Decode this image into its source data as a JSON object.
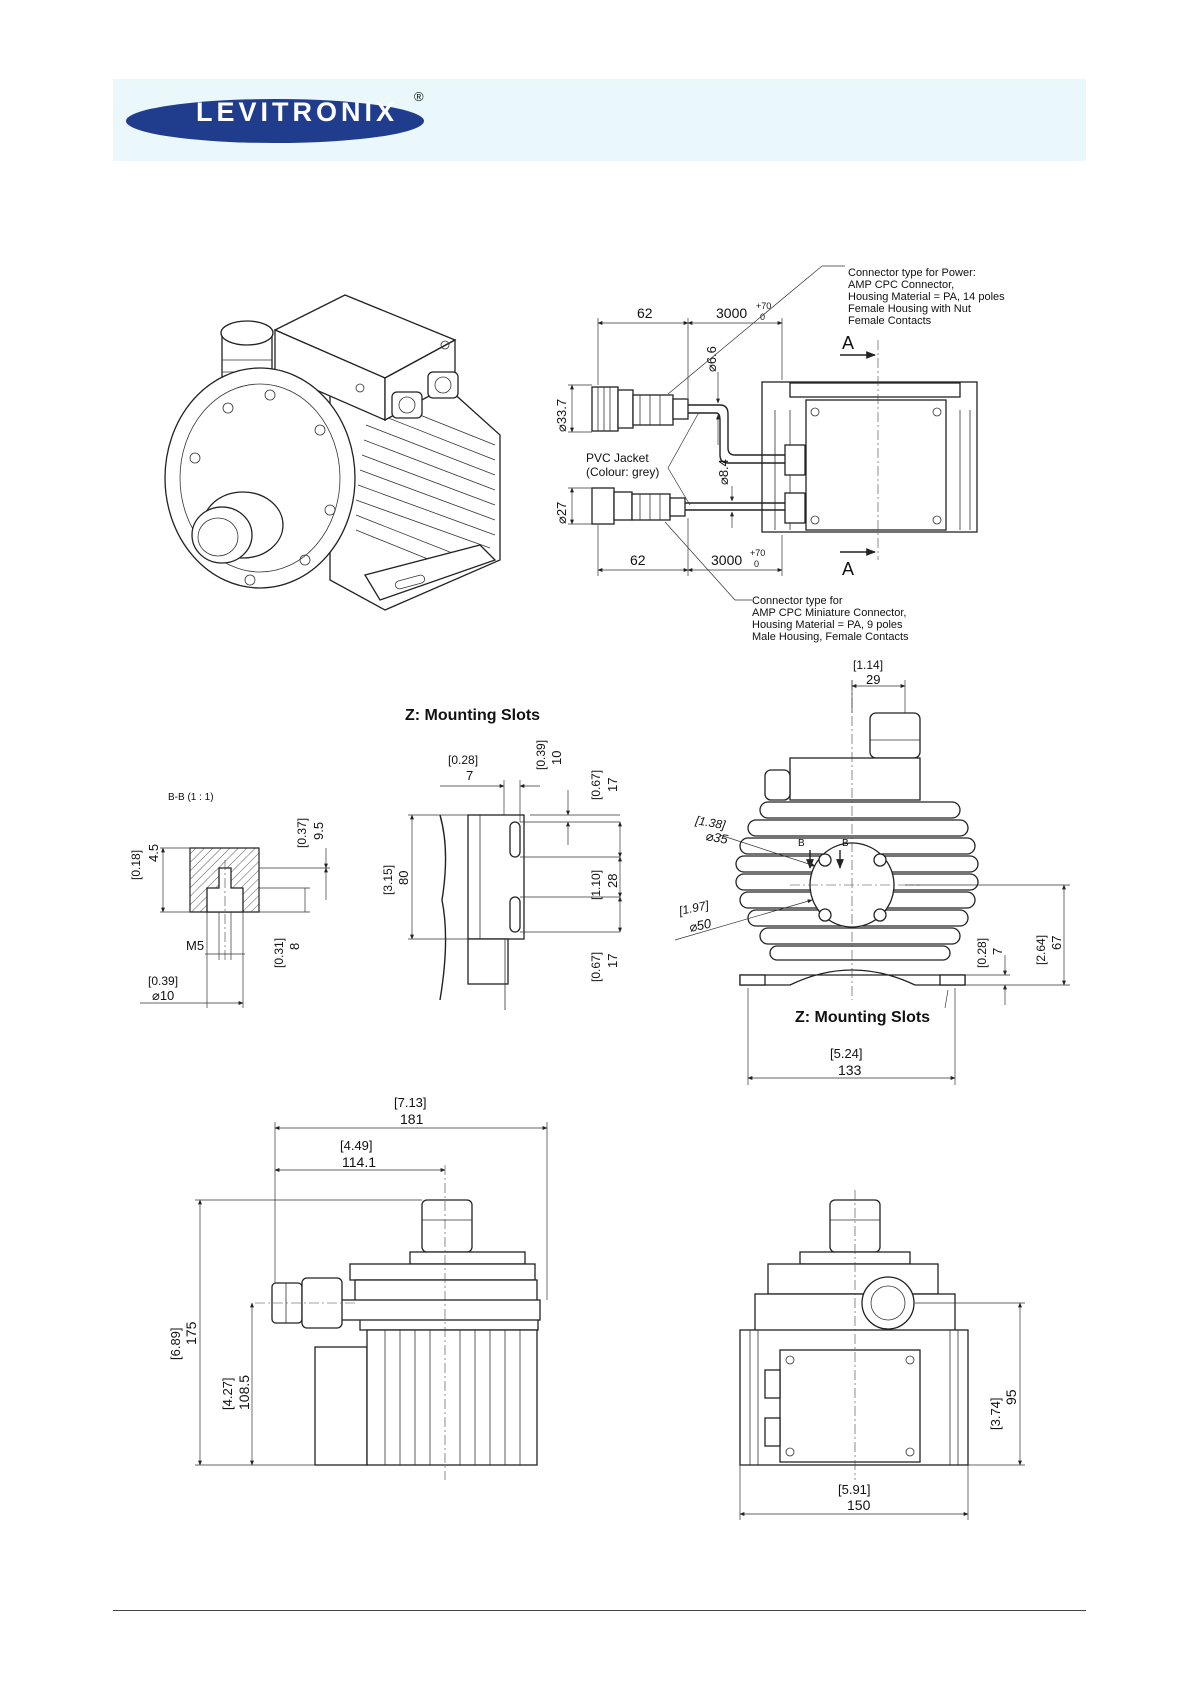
{
  "logo": {
    "text": "LEVITRONIX",
    "registered": "®",
    "color": "#1f3d8c"
  },
  "view_top_right": {
    "section_label": "A",
    "dim_62_top": "62",
    "dim_3000_top": "3000",
    "tol_top_plus": "+70",
    "tol_top_minus": "0",
    "dim_62_bottom": "62",
    "dim_3000_bottom": "3000",
    "tol_bottom_plus": "+70",
    "tol_bottom_minus": "0",
    "dia_33_7": "⌀33.7",
    "dia_27": "⌀27",
    "dia_6_6": "⌀6.6",
    "dia_8_4": "⌀8.4",
    "pvc_jacket": [
      "PVC Jacket",
      "(Colour: grey)"
    ],
    "power_note": [
      "Connector type for Power:",
      "AMP CPC Connector,",
      "Housing Material = PA, 14 poles",
      "Female Housing with Nut",
      "Female Contacts"
    ],
    "mini_note": [
      "Connector type for",
      "AMP CPC Miniature Connector,",
      "Housing Material = PA, 9 poles",
      "Male Housing, Female Contacts"
    ]
  },
  "section_bb": {
    "title": "B-B  (1 : 1)",
    "d45_in": "[0.18]",
    "d45_mm": "4.5",
    "d95_in": "[0.37]",
    "d95_mm": "9.5",
    "d8_in": "[0.31]",
    "d8_mm": "8",
    "thread": "M5",
    "d10_in": "[0.39]",
    "d10_mm": "⌀10"
  },
  "slots_detail": {
    "title": "Z: Mounting Slots",
    "d7_in": "[0.28]",
    "d7_mm": "7",
    "d10_in": "[0.39]",
    "d10_mm": "10",
    "d17a_in": "[0.67]",
    "d17a_mm": "17",
    "d80_in": "[3.15]",
    "d80_mm": "80",
    "d28_in": "[1.10]",
    "d28_mm": "28",
    "d17b_in": "[0.67]",
    "d17b_mm": "17"
  },
  "front_view": {
    "d29_in": "[1.14]",
    "d29_mm": "29",
    "d35_in": "[1.38]",
    "d35_mm": "⌀35",
    "d50_in": "[1.97]",
    "d50_mm": "⌀50",
    "b_label": "B",
    "d7_in": "[0.28]",
    "d7_mm": "7",
    "d67_in": "[2.64]",
    "d67_mm": "67",
    "slots_label": "Z: Mounting Slots",
    "d133_in": "[5.24]",
    "d133_mm": "133"
  },
  "side_view": {
    "d181_in": "[7.13]",
    "d181_mm": "181",
    "d114_in": "[4.49]",
    "d114_mm": "114.1",
    "d175_in": "[6.89]",
    "d175_mm": "175",
    "d108_in": "[4.27]",
    "d108_mm": "108.5"
  },
  "rear_view": {
    "d95_in": "[3.74]",
    "d95_mm": "95",
    "d150_in": "[5.91]",
    "d150_mm": "150"
  }
}
